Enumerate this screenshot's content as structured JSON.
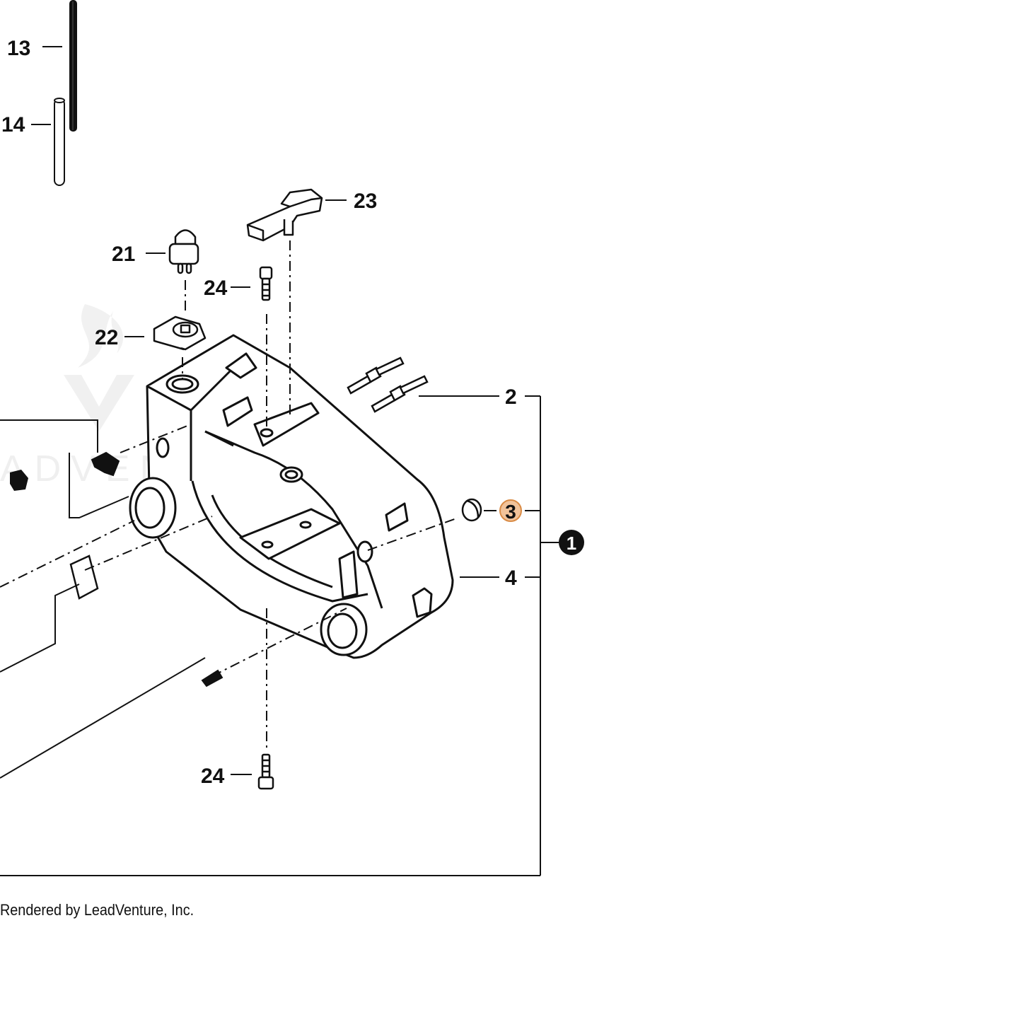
{
  "callouts": [
    {
      "id": "13",
      "text": "13"
    },
    {
      "id": "14",
      "text": "14"
    },
    {
      "id": "23",
      "text": "23"
    },
    {
      "id": "21",
      "text": "21"
    },
    {
      "id": "24a",
      "text": "24"
    },
    {
      "id": "22",
      "text": "22"
    },
    {
      "id": "2",
      "text": "2"
    },
    {
      "id": "3",
      "text": "3"
    },
    {
      "id": "1",
      "text": "1"
    },
    {
      "id": "4",
      "text": "4"
    },
    {
      "id": "24b",
      "text": "24"
    }
  ],
  "highlight_color": "#f1c39a",
  "highlight_stroke": "#d98b45",
  "watermark": "ADVENTURE",
  "footer": "Rendered by LeadVenture, Inc."
}
